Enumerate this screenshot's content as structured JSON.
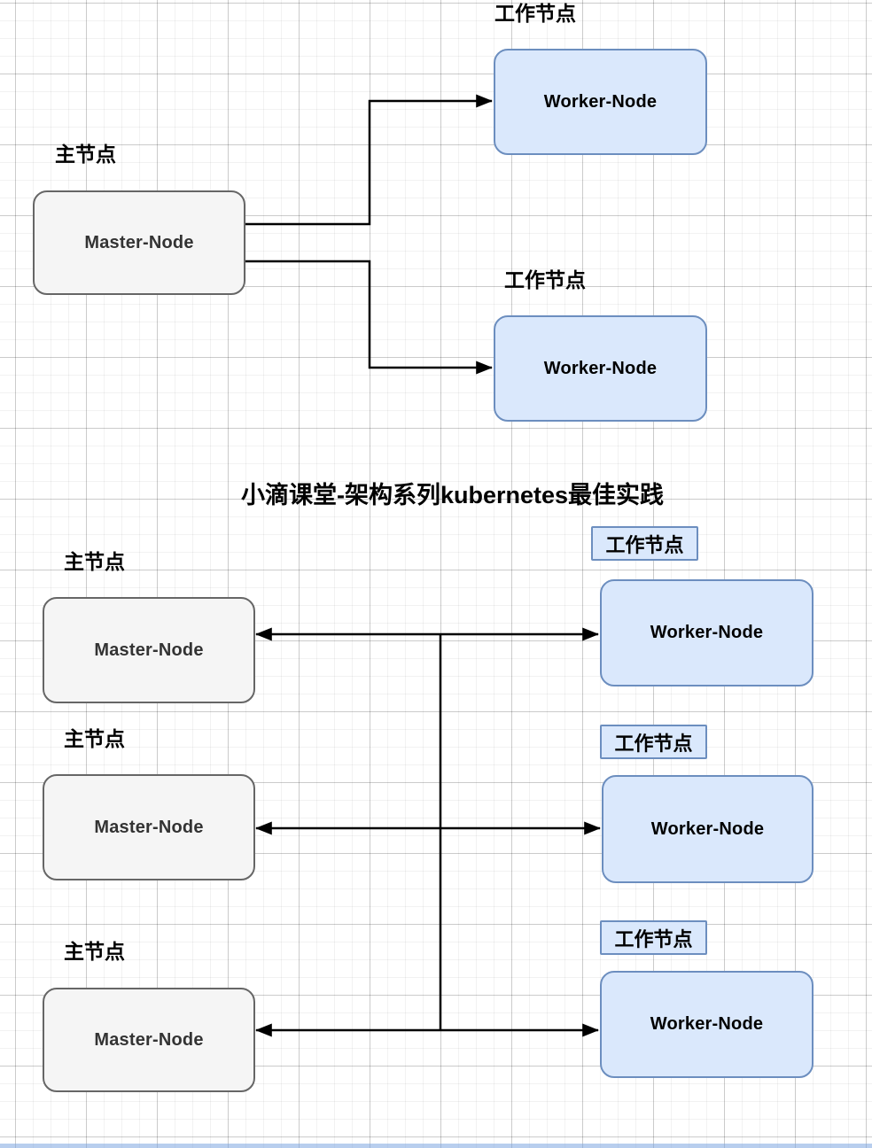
{
  "title": "小滴课堂-架构系列kubernetes最佳实践",
  "top_section": {
    "worker1_caption": "工作节点",
    "worker1_label": "Worker-Node",
    "master_caption": "主节点",
    "master_label": "Master-Node",
    "worker2_caption": "工作节点",
    "worker2_label": "Worker-Node"
  },
  "bottom_section": {
    "rows": [
      {
        "master_caption": "主节点",
        "master_label": "Master-Node",
        "worker_caption": "工作节点",
        "worker_label": "Worker-Node"
      },
      {
        "master_caption": "主节点",
        "master_label": "Master-Node",
        "worker_caption": "工作节点",
        "worker_label": "Worker-Node"
      },
      {
        "master_caption": "主节点",
        "master_label": "Master-Node",
        "worker_caption": "工作节点",
        "worker_label": "Worker-Node"
      }
    ]
  },
  "colors": {
    "worker_fill": "#DAE8FC",
    "worker_stroke": "#6C8EBF",
    "worker_text": "#000000",
    "master_fill": "#F5F5F5",
    "master_stroke": "#666666",
    "master_text": "#333333",
    "edge_color": "#000000"
  }
}
